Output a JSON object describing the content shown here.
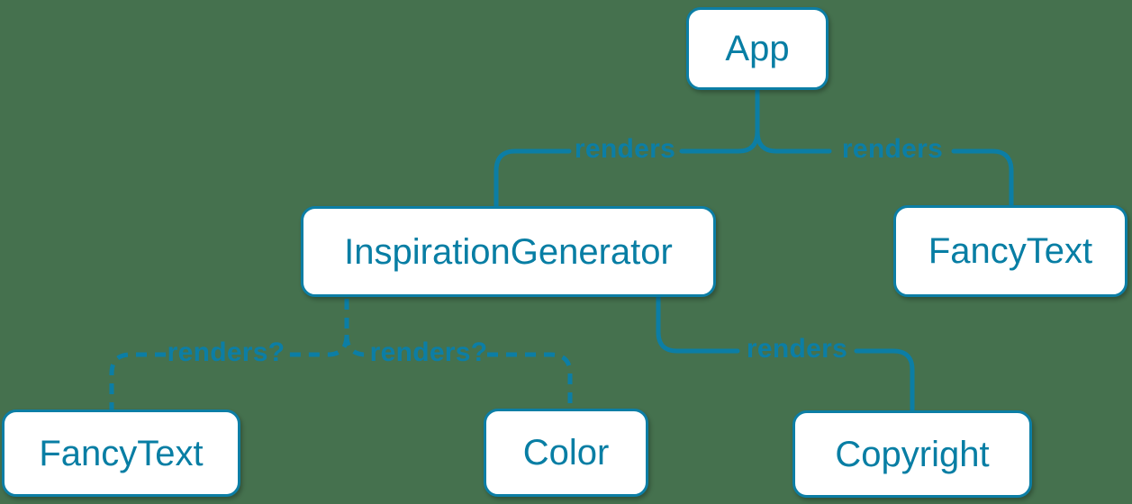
{
  "colors": {
    "background": "#45714E",
    "accent": "#0C7EA5",
    "node_fill": "#FFFFFF",
    "node_text": "#087EA4"
  },
  "nodes": [
    {
      "id": "app",
      "label": "App"
    },
    {
      "id": "inspiration-generator",
      "label": "InspirationGenerator"
    },
    {
      "id": "fancy-text-top",
      "label": "FancyText"
    },
    {
      "id": "fancy-text-bottom",
      "label": "FancyText"
    },
    {
      "id": "color",
      "label": "Color"
    },
    {
      "id": "copyright",
      "label": "Copyright"
    }
  ],
  "edges": [
    {
      "from": "App",
      "to": "InspirationGenerator",
      "label": "renders",
      "style": "solid"
    },
    {
      "from": "App",
      "to": "FancyText",
      "label": "renders",
      "style": "solid"
    },
    {
      "from": "InspirationGenerator",
      "to": "FancyText",
      "label": "renders?",
      "style": "dashed"
    },
    {
      "from": "InspirationGenerator",
      "to": "Color",
      "label": "renders?",
      "style": "dashed"
    },
    {
      "from": "InspirationGenerator",
      "to": "Copyright",
      "label": "renders",
      "style": "solid"
    }
  ]
}
